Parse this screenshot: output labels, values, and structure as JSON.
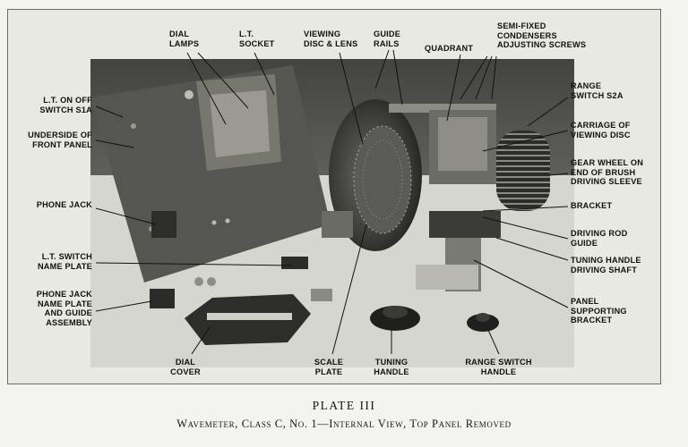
{
  "labels": {
    "dial_lamps": "DIAL\nLAMPS",
    "lt_socket": "L.T.\nSOCKET",
    "viewing_disc": "VIEWING\nDISC & LENS",
    "guide_rails": "GUIDE\nRAILS",
    "quadrant": "QUADRANT",
    "semi_fixed": "SEMI-FIXED\nCONDENSERS\nADJUSTING SCREWS",
    "lt_on_off": "L.T. ON OFF\nSWITCH S1A",
    "underside": "UNDERSIDE OF\nFRONT PANEL",
    "phone_jack": "PHONE JACK",
    "lt_switch_plate": "L.T. SWITCH\nNAME PLATE",
    "phone_jack_plate": "PHONE JACK\nNAME PLATE\nAND GUIDE\nASSEMBLY",
    "range_switch_s2a": "RANGE\nSWITCH S2A",
    "carriage": "CARRIAGE OF\nVIEWING DISC",
    "gear_wheel": "GEAR WHEEL ON\nEND OF BRUSH\nDRIVING SLEEVE",
    "bracket": "BRACKET",
    "driving_rod": "DRIVING ROD\nGUIDE",
    "tuning_shaft": "TUNING HANDLE\nDRIVING SHAFT",
    "panel_bracket": "PANEL\nSUPPORTING\nBRACKET",
    "dial_cover": "DIAL\nCOVER",
    "scale_plate": "SCALE\nPLATE",
    "tuning_handle": "TUNING\nHANDLE",
    "range_switch_handle": "RANGE SWITCH\nHANDLE"
  },
  "caption": {
    "title": "PLATE III",
    "subtitle": "Wavemeter, Class C, No. 1—Internal View, Top Panel Removed"
  }
}
